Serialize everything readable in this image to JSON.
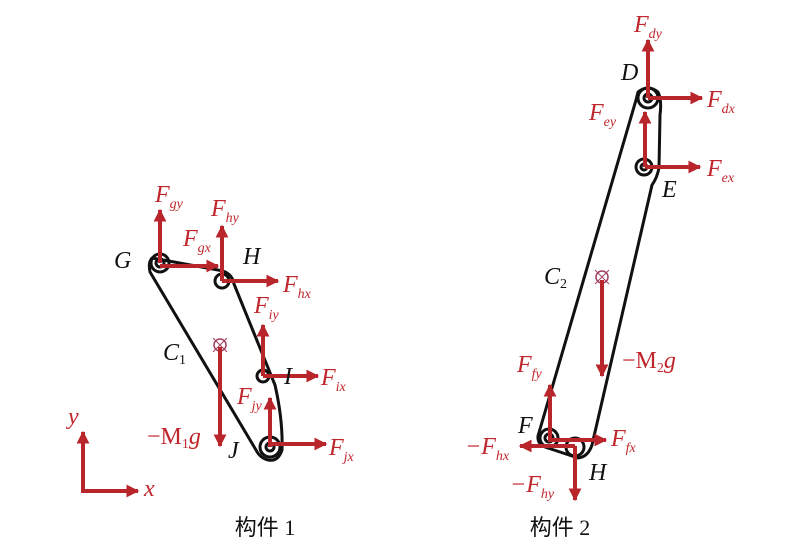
{
  "colors": {
    "force": "#c0272d",
    "body": "#111111"
  },
  "body1": {
    "caption": "构件 1",
    "points": {
      "G": "G",
      "H": "H",
      "I": "I",
      "J": "J",
      "C": "C",
      "C_sub": "1"
    },
    "forces": {
      "Fgy": {
        "main": "F",
        "sub": "gy"
      },
      "Fgx": {
        "main": "F",
        "sub": "gx"
      },
      "Fhy": {
        "main": "F",
        "sub": "hy"
      },
      "Fhx": {
        "main": "F",
        "sub": "hx"
      },
      "Fiy": {
        "main": "F",
        "sub": "iy"
      },
      "Fix": {
        "main": "F",
        "sub": "ix"
      },
      "Fjy": {
        "main": "F",
        "sub": "jy"
      },
      "Fjx": {
        "main": "F",
        "sub": "jx"
      },
      "weight": {
        "pre": "−M",
        "sub": "1",
        "post": "g"
      }
    }
  },
  "body2": {
    "caption": "构件 2",
    "points": {
      "D": "D",
      "E": "E",
      "F": "F",
      "H": "H",
      "C": "C",
      "C_sub": "2"
    },
    "forces": {
      "Fdy": {
        "main": "F",
        "sub": "dy"
      },
      "Fdx": {
        "main": "F",
        "sub": "dx"
      },
      "Fey": {
        "main": "F",
        "sub": "ey"
      },
      "Fex": {
        "main": "F",
        "sub": "ex"
      },
      "Ffy": {
        "main": "F",
        "sub": "fy"
      },
      "Ffx": {
        "main": "F",
        "sub": "fx"
      },
      "mFhx": {
        "main": "−F",
        "sub": "hx"
      },
      "mFhy": {
        "main": "−F",
        "sub": "hy"
      },
      "weight": {
        "pre": "−M",
        "sub": "2",
        "post": "g"
      }
    }
  },
  "axes": {
    "x": "x",
    "y": "y"
  }
}
